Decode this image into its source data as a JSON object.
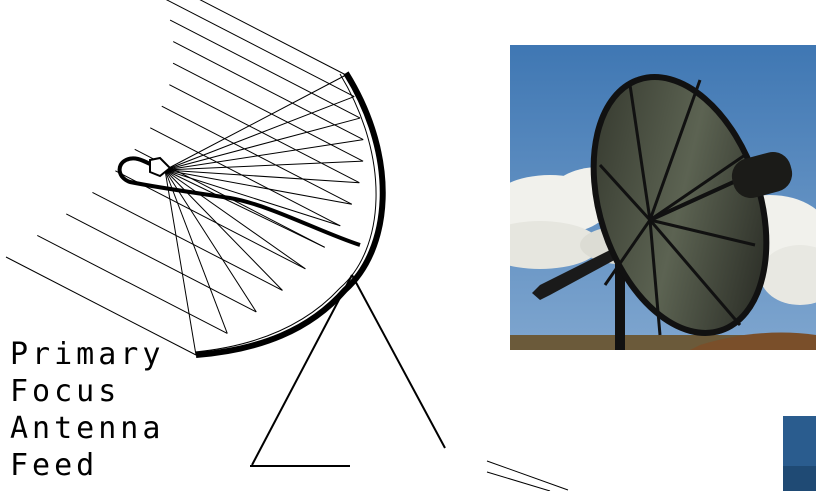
{
  "caption": {
    "line1": "Primary",
    "line2": "Focus",
    "line3": "Antenna",
    "line4": "Feed"
  },
  "colors": {
    "line": "#000000",
    "sky": "#4f86c0",
    "cloud": "#f2f2ee",
    "dish": "#1b1b18",
    "tile_blue": "#2a5c8e"
  },
  "photo": {
    "subject": "satellite-dish-photo"
  }
}
